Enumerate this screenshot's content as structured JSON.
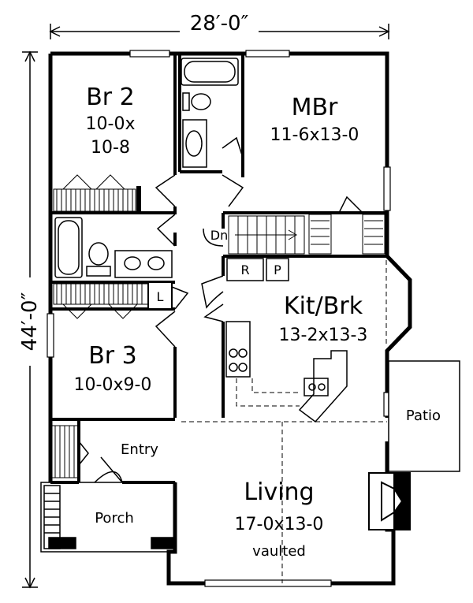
{
  "dimensions": {
    "width": "28′-0″",
    "depth": "44′-0″"
  },
  "rooms": {
    "br2": {
      "name": "Br 2",
      "size_a": "10-0x",
      "size_b": "10-8"
    },
    "mbr": {
      "name": "MBr",
      "size": "11-6x13-0"
    },
    "br3": {
      "name": "Br 3",
      "size": "10-0x9-0"
    },
    "kitbrk": {
      "name": "Kit/Brk",
      "size": "13-2x13-3"
    },
    "living": {
      "name": "Living",
      "size": "17-0x13-0",
      "note": "vaulted"
    },
    "entry": {
      "name": "Entry"
    },
    "porch": {
      "name": "Porch"
    },
    "patio": {
      "name": "Patio"
    }
  },
  "fixtures": {
    "stairs": "Dn",
    "refrigerator": "R",
    "pantry": "P",
    "linen": "L"
  }
}
